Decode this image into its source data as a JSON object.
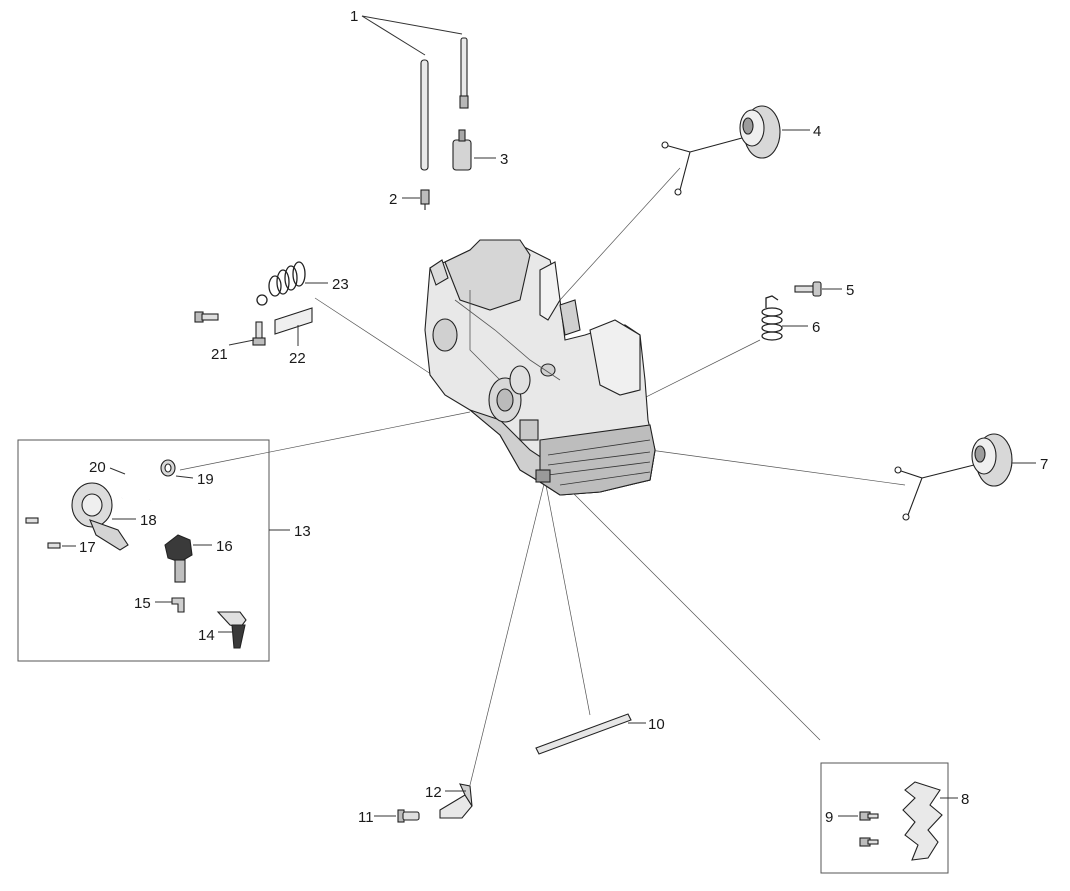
{
  "callouts": {
    "c1": "1",
    "c2": "2",
    "c3": "3",
    "c4": "4",
    "c5": "5",
    "c6": "6",
    "c7": "7",
    "c8": "8",
    "c9": "9",
    "c10": "10",
    "c11": "11",
    "c12": "12",
    "c13": "13",
    "c14": "14",
    "c15": "15",
    "c16": "16",
    "c17": "17",
    "c18": "18",
    "c19": "19",
    "c20": "20",
    "c21": "21",
    "c22": "22",
    "c23": "23"
  },
  "colors": {
    "line": "#333333",
    "part_fill": "#e6e6e6",
    "part_dark": "#9a9a9a"
  }
}
